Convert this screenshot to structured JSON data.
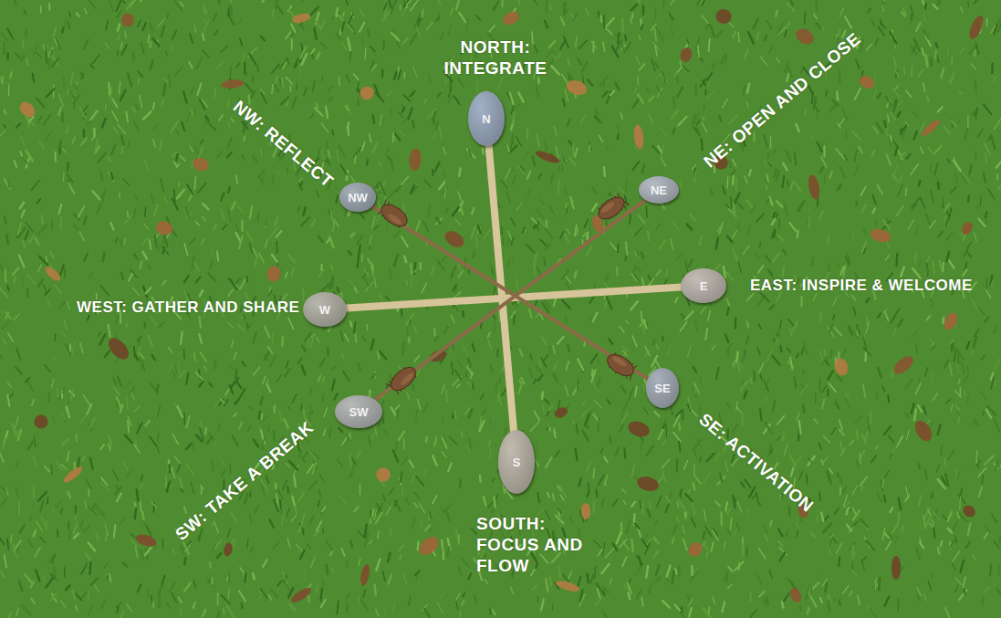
{
  "diagram": {
    "nodes": [
      {
        "text": [
          "N"
        ]
      },
      {
        "text": [
          "NE"
        ]
      },
      {
        "text": [
          "E"
        ]
      },
      {
        "text": [
          "SE"
        ]
      },
      {
        "text": [
          "S"
        ]
      },
      {
        "text": [
          "SW"
        ]
      },
      {
        "text": [
          "W"
        ]
      },
      {
        "text": [
          "NW"
        ]
      }
    ],
    "edges": [
      {
        "from": 0,
        "to": 4,
        "arrow": "none"
      },
      {
        "from": 6,
        "to": 2,
        "arrow": "none"
      },
      {
        "from": 7,
        "to": 3,
        "arrow": "none"
      },
      {
        "from": 1,
        "to": 5,
        "arrow": "none"
      }
    ],
    "labels": [
      "NORTH: INTEGRATE",
      "NE: OPEN AND CLOSE",
      "EAST: INSPIRE & WELCOME",
      "SE: ACTIVATION",
      "SOUTH: FOCUS AND FLOW",
      "SW: TAKE A BREAK",
      "WEST: GATHER AND SHARE",
      "NW: REFLECT"
    ]
  }
}
